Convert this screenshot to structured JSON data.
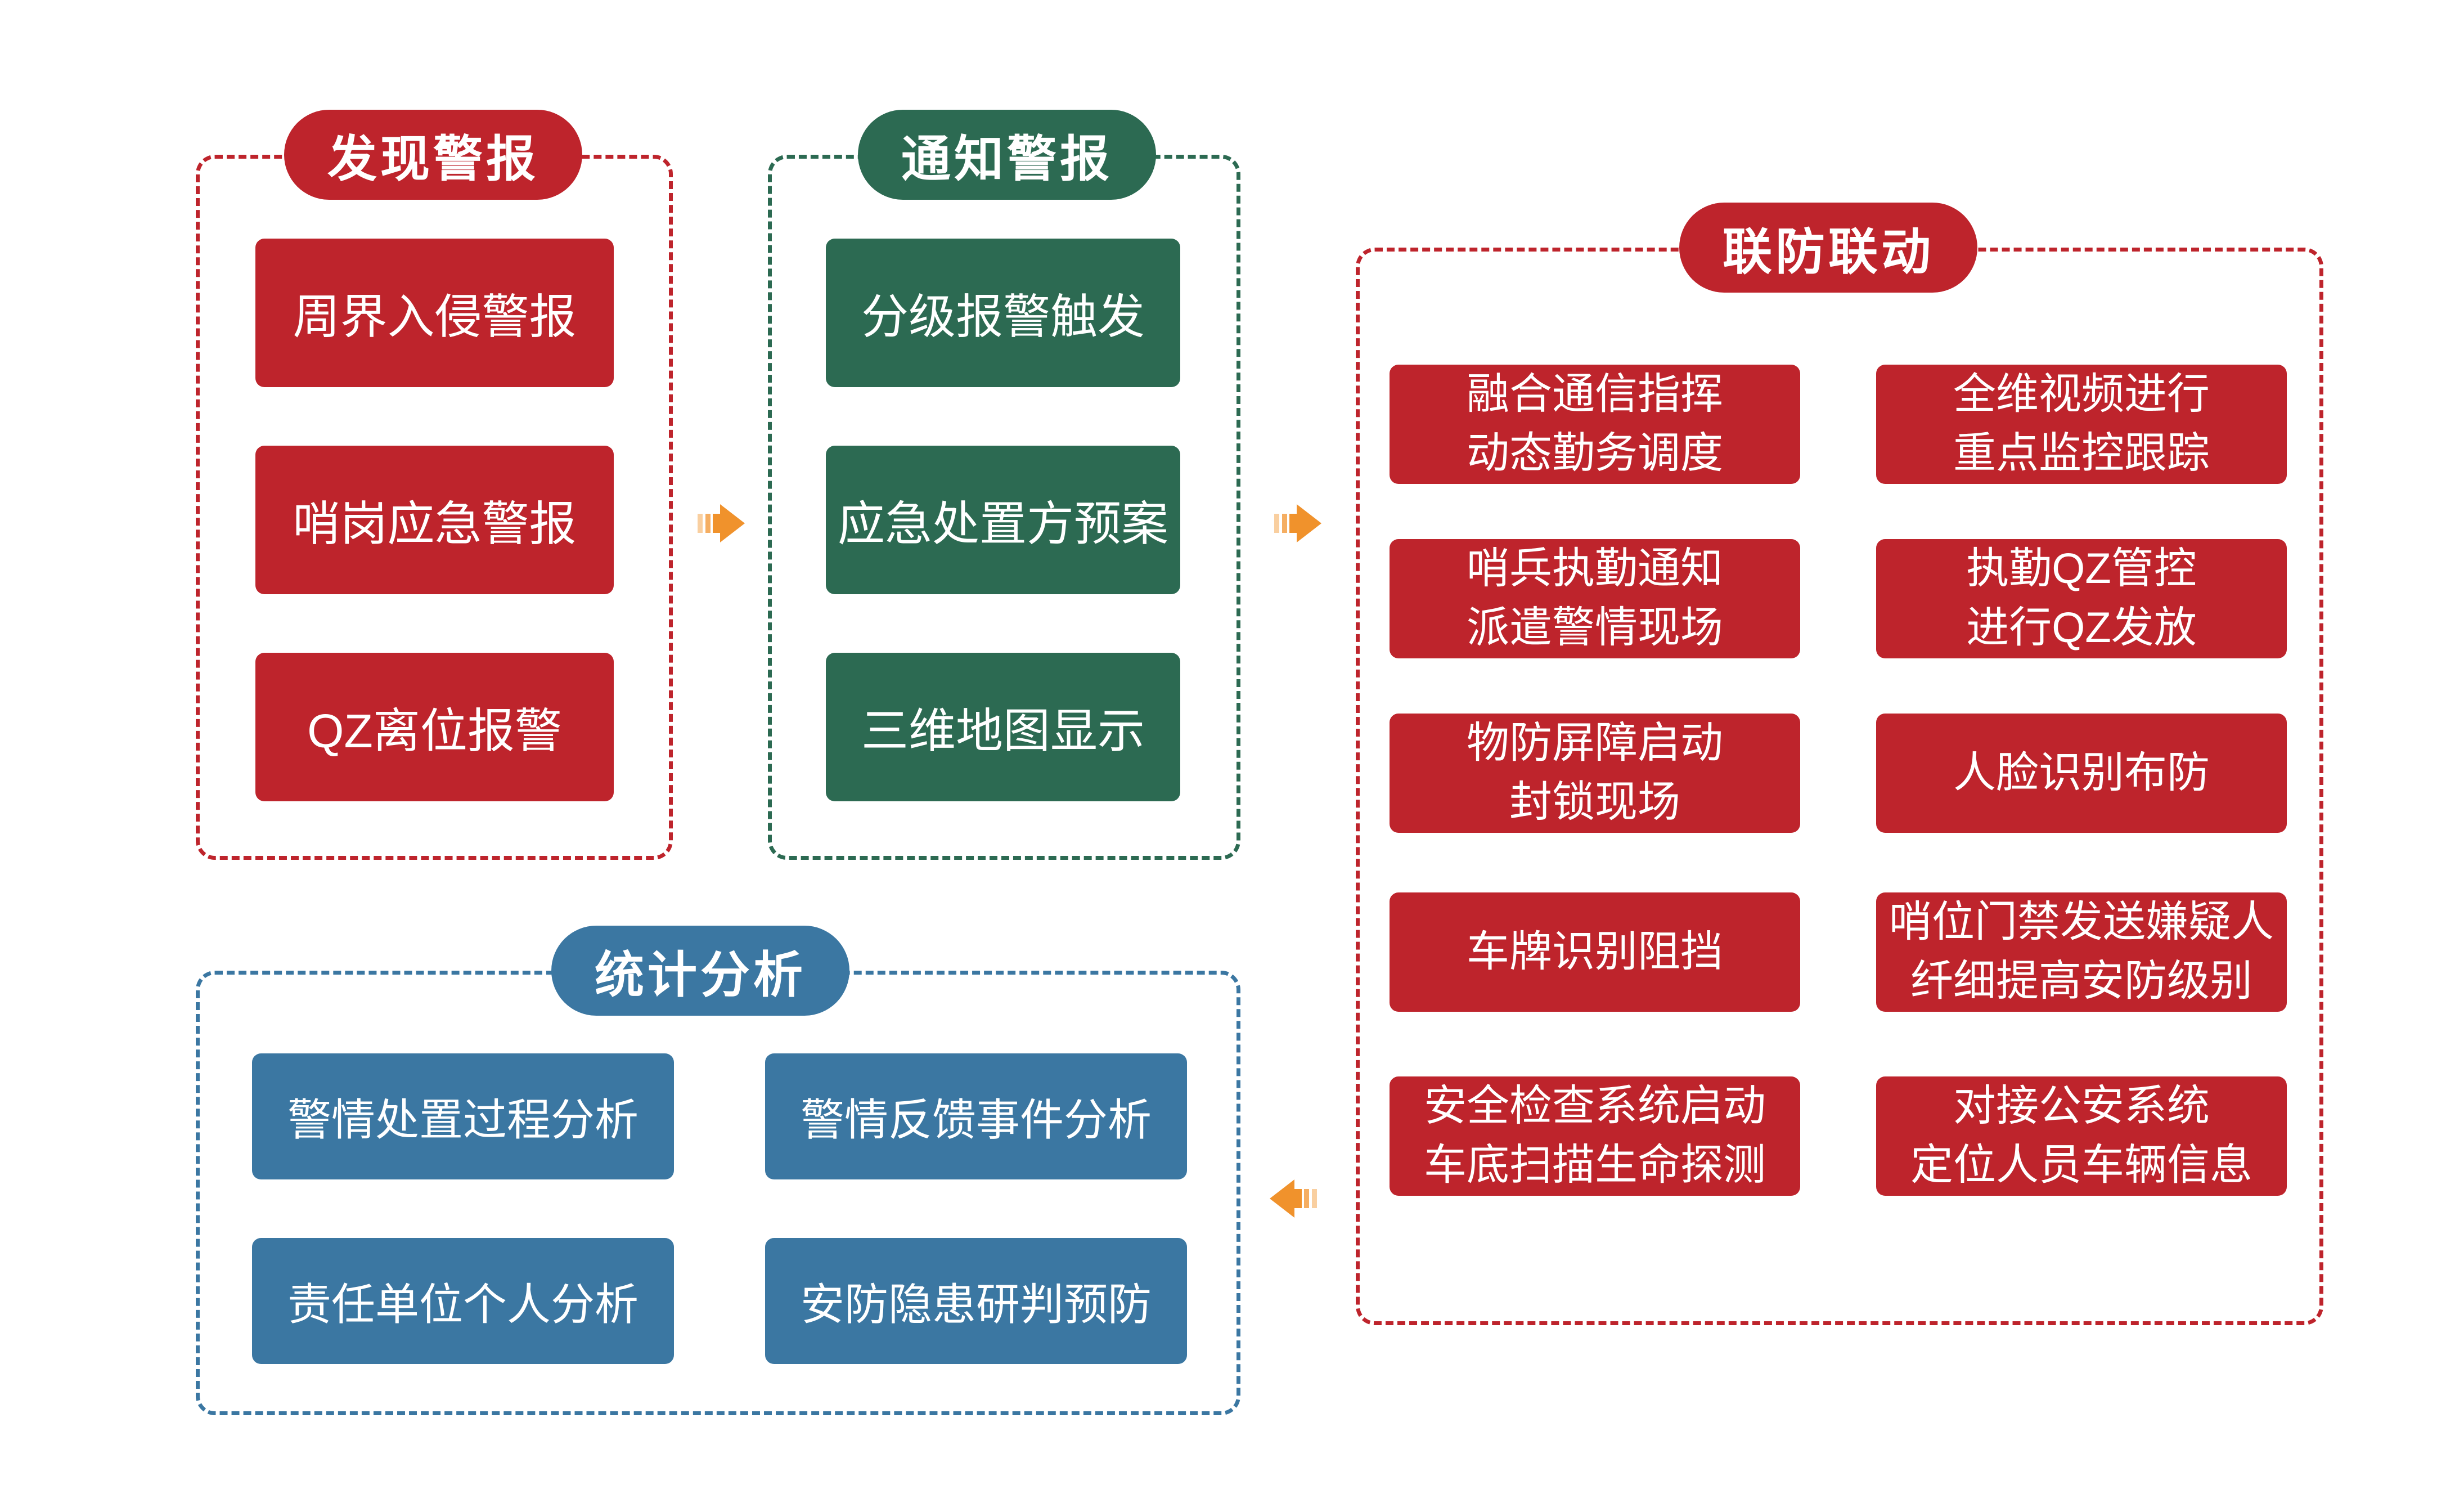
{
  "page": {
    "background": "#FFFFFF"
  },
  "colors": {
    "red": "#BE242C",
    "green": "#2C6A52",
    "blue": "#3B77A2",
    "arrow_main": "#F0922C",
    "arrow_stripe_light": "#F9CFA0",
    "arrow_stripe_mid": "#F5AE62",
    "node_text": "#FFFFFF"
  },
  "sections": {
    "discover": {
      "title": "发现警报",
      "items": [
        "周界入侵警报",
        "哨岗应急警报",
        "QZ离位报警"
      ]
    },
    "notify": {
      "title": "通知警报",
      "items": [
        "分级报警触发",
        "应急处置方预案",
        "三维地图显示"
      ]
    },
    "joint": {
      "title": "联防联动",
      "left_items": [
        "融合通信指挥\n动态勤务调度",
        "哨兵执勤通知\n派遣警情现场",
        "物防屏障启动\n封锁现场",
        "车牌识别阻挡",
        "安全检查系统启动\n车底扫描生命探测"
      ],
      "right_items": [
        "全维视频进行\n重点监控跟踪",
        "执勤QZ管控\n进行QZ发放",
        "人脸识别布防",
        "哨位门禁发送嫌疑人\n纤细提高安防级别",
        "对接公安系统\n定位人员车辆信息"
      ]
    },
    "stats": {
      "title": "统计分析",
      "items": [
        "警情处置过程分析",
        "警情反馈事件分析",
        "责任单位个人分析",
        "安防隐患研判预防"
      ]
    }
  },
  "arrows": [
    {
      "direction": "right",
      "from": "discover",
      "to": "notify"
    },
    {
      "direction": "right",
      "from": "notify",
      "to": "joint"
    },
    {
      "direction": "left",
      "from": "joint",
      "to": "stats"
    }
  ]
}
